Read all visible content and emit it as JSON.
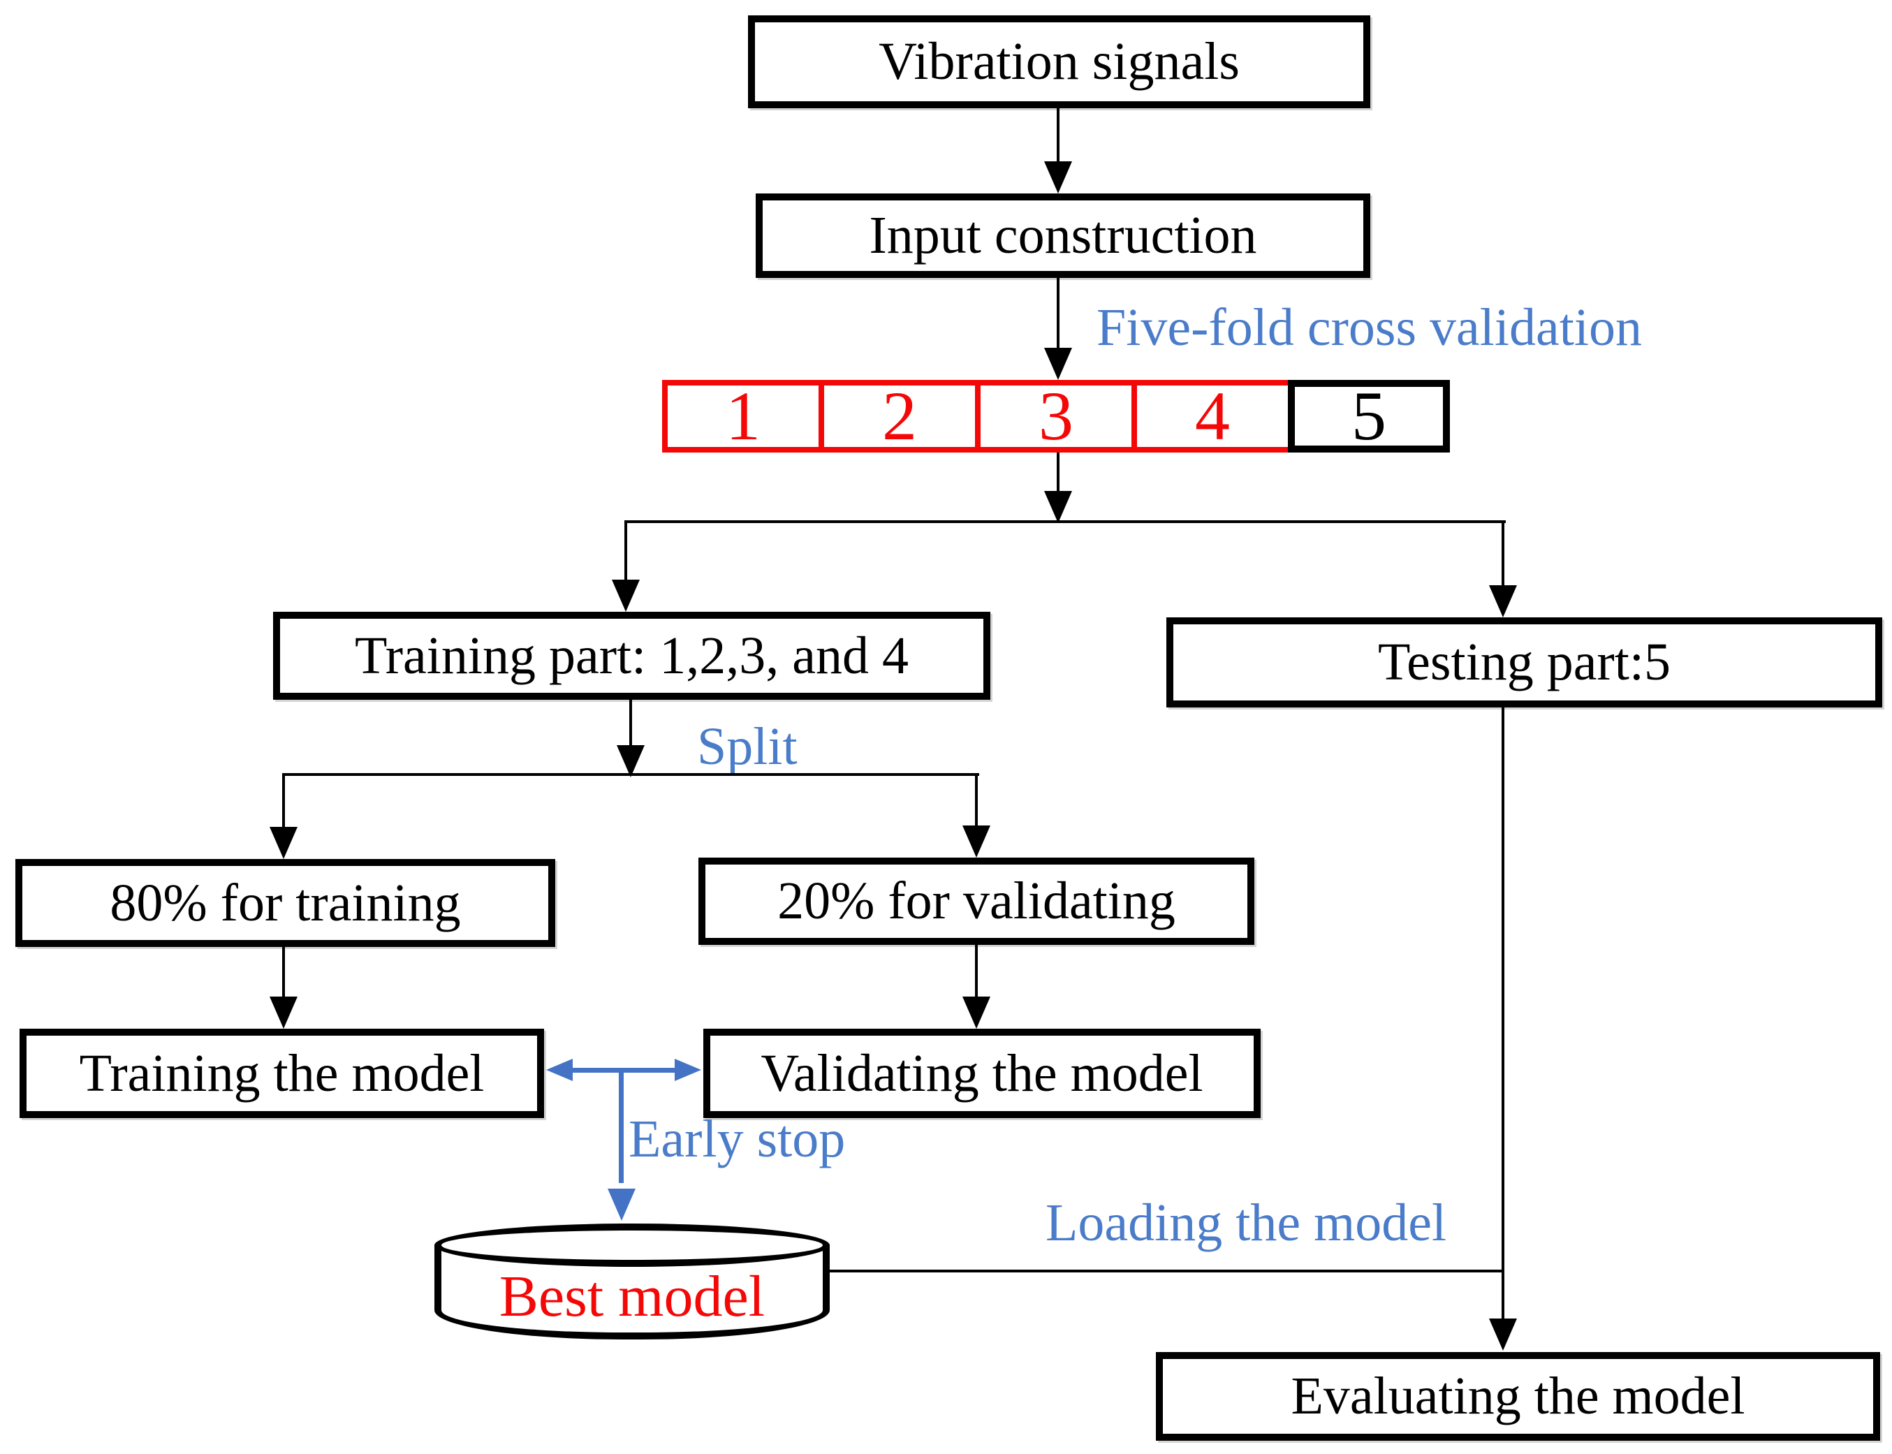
{
  "diagram": {
    "nodes": {
      "vibration": "Vibration signals",
      "input_construction": "Input construction",
      "training_part": "Training part: 1,2,3, and 4",
      "testing_part": "Testing part:5",
      "train_80": "80% for training",
      "validate_20": "20% for validating",
      "training_model": "Training the model",
      "validating_model": "Validating the model",
      "best_model": "Best model",
      "evaluating_model": "Evaluating the model"
    },
    "annotations": {
      "five_fold": "Five-fold cross validation",
      "split": "Split",
      "early_stop": "Early stop",
      "loading_model": "Loading the model"
    },
    "folds": [
      {
        "label": "1",
        "color": "red"
      },
      {
        "label": "2",
        "color": "red"
      },
      {
        "label": "3",
        "color": "red"
      },
      {
        "label": "4",
        "color": "red"
      },
      {
        "label": "5",
        "color": "black"
      }
    ],
    "colors": {
      "red": "#f40707",
      "blue": "#4472c4",
      "blue_text": "#4a7cc9",
      "black": "#000000"
    }
  }
}
